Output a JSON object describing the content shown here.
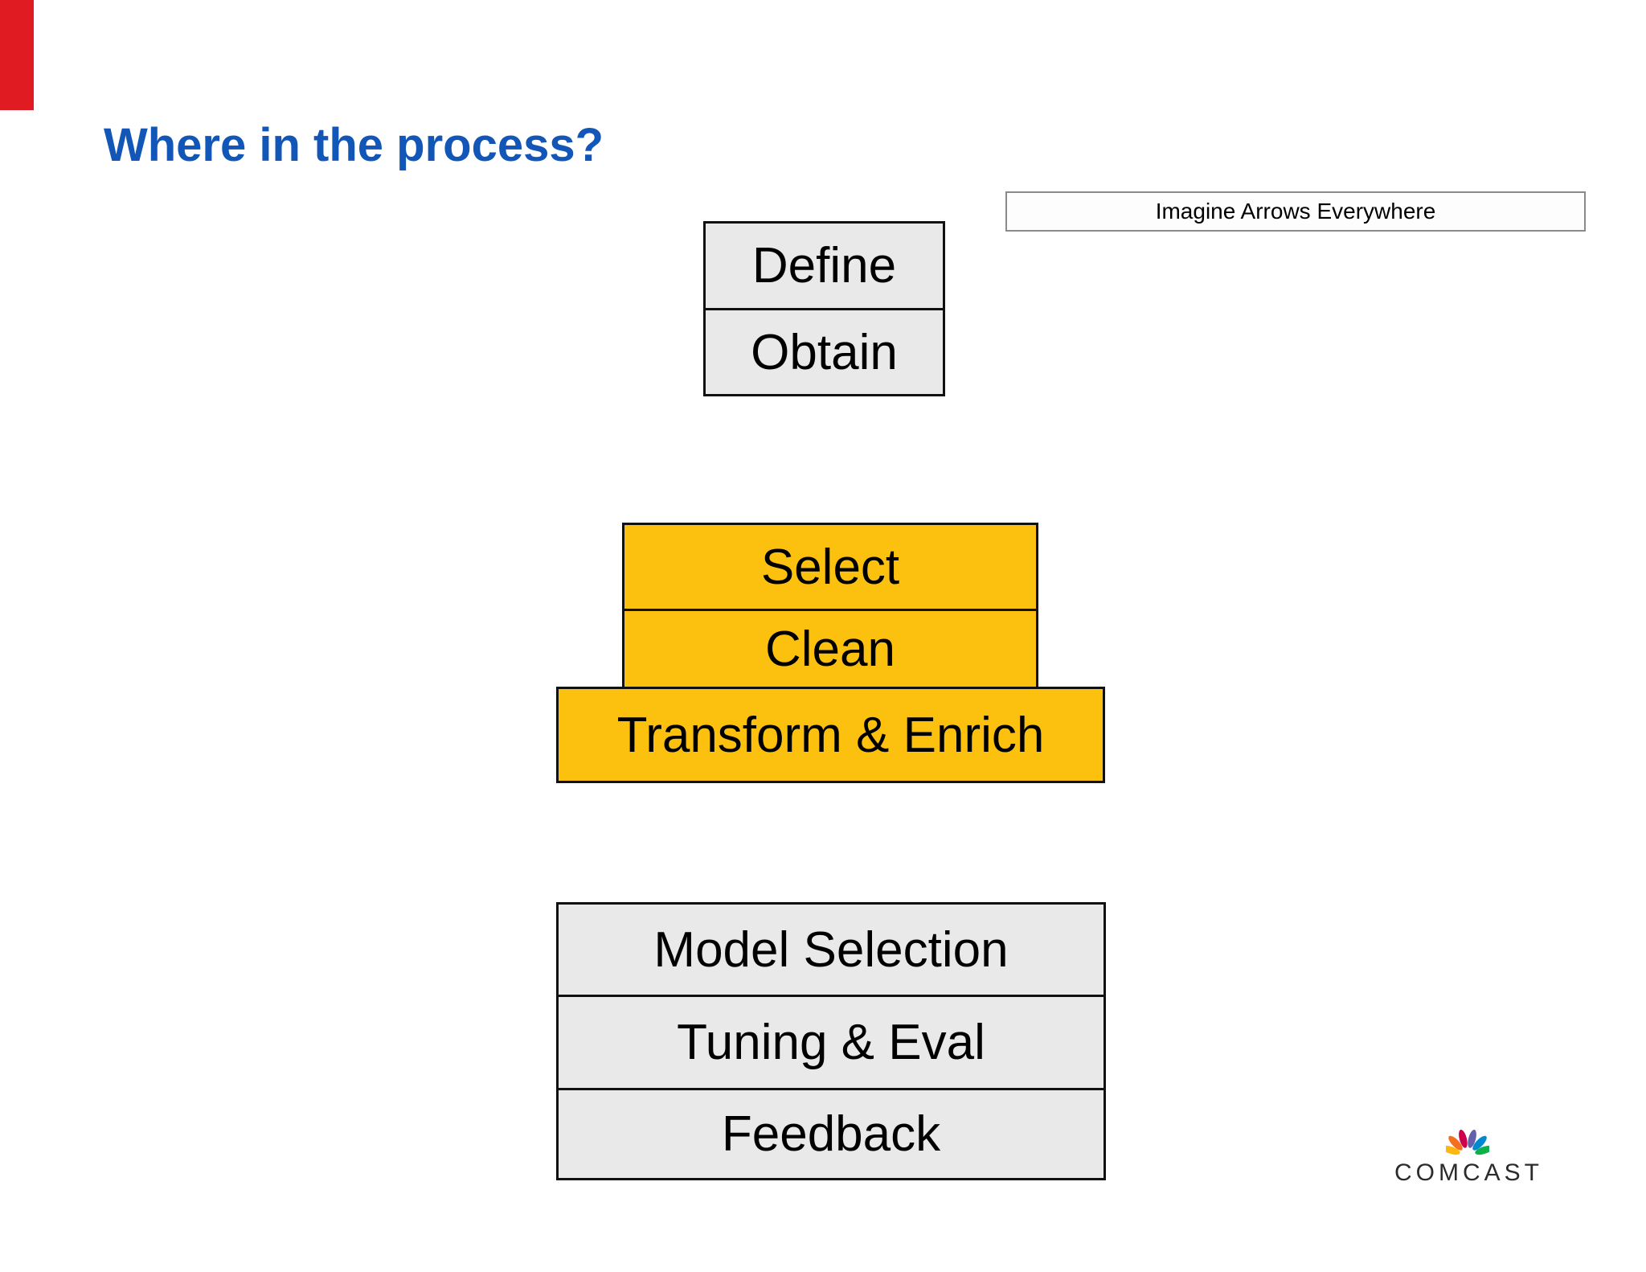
{
  "slide": {
    "title": "Where in the process?",
    "annotation": "Imagine Arrows Everywhere"
  },
  "process_stacks": [
    {
      "group": "define-obtain",
      "items": [
        {
          "label": "Define"
        },
        {
          "label": "Obtain"
        }
      ]
    },
    {
      "group": "select-clean-transform",
      "items": [
        {
          "label": "Select"
        },
        {
          "label": "Clean"
        },
        {
          "label": "Transform & Enrich"
        }
      ]
    },
    {
      "group": "model-tuning-feedback",
      "items": [
        {
          "label": "Model Selection"
        },
        {
          "label": "Tuning & Eval"
        },
        {
          "label": "Feedback"
        }
      ]
    }
  ],
  "branding": {
    "logo_text": "COMCAST",
    "logo_icon": "nbc-peacock-icon"
  },
  "colors": {
    "title_blue": "#1257b8",
    "stage_yellow": "#fcc10e",
    "stage_gray": "#e9e9e9",
    "box_border": "#111111",
    "annotation_border": "#8a8a8a",
    "progress_red": "#e11b22",
    "peacock_feathers": [
      "#FCB711",
      "#F37021",
      "#CC004C",
      "#6460AA",
      "#0089D0",
      "#0DB14B"
    ]
  }
}
